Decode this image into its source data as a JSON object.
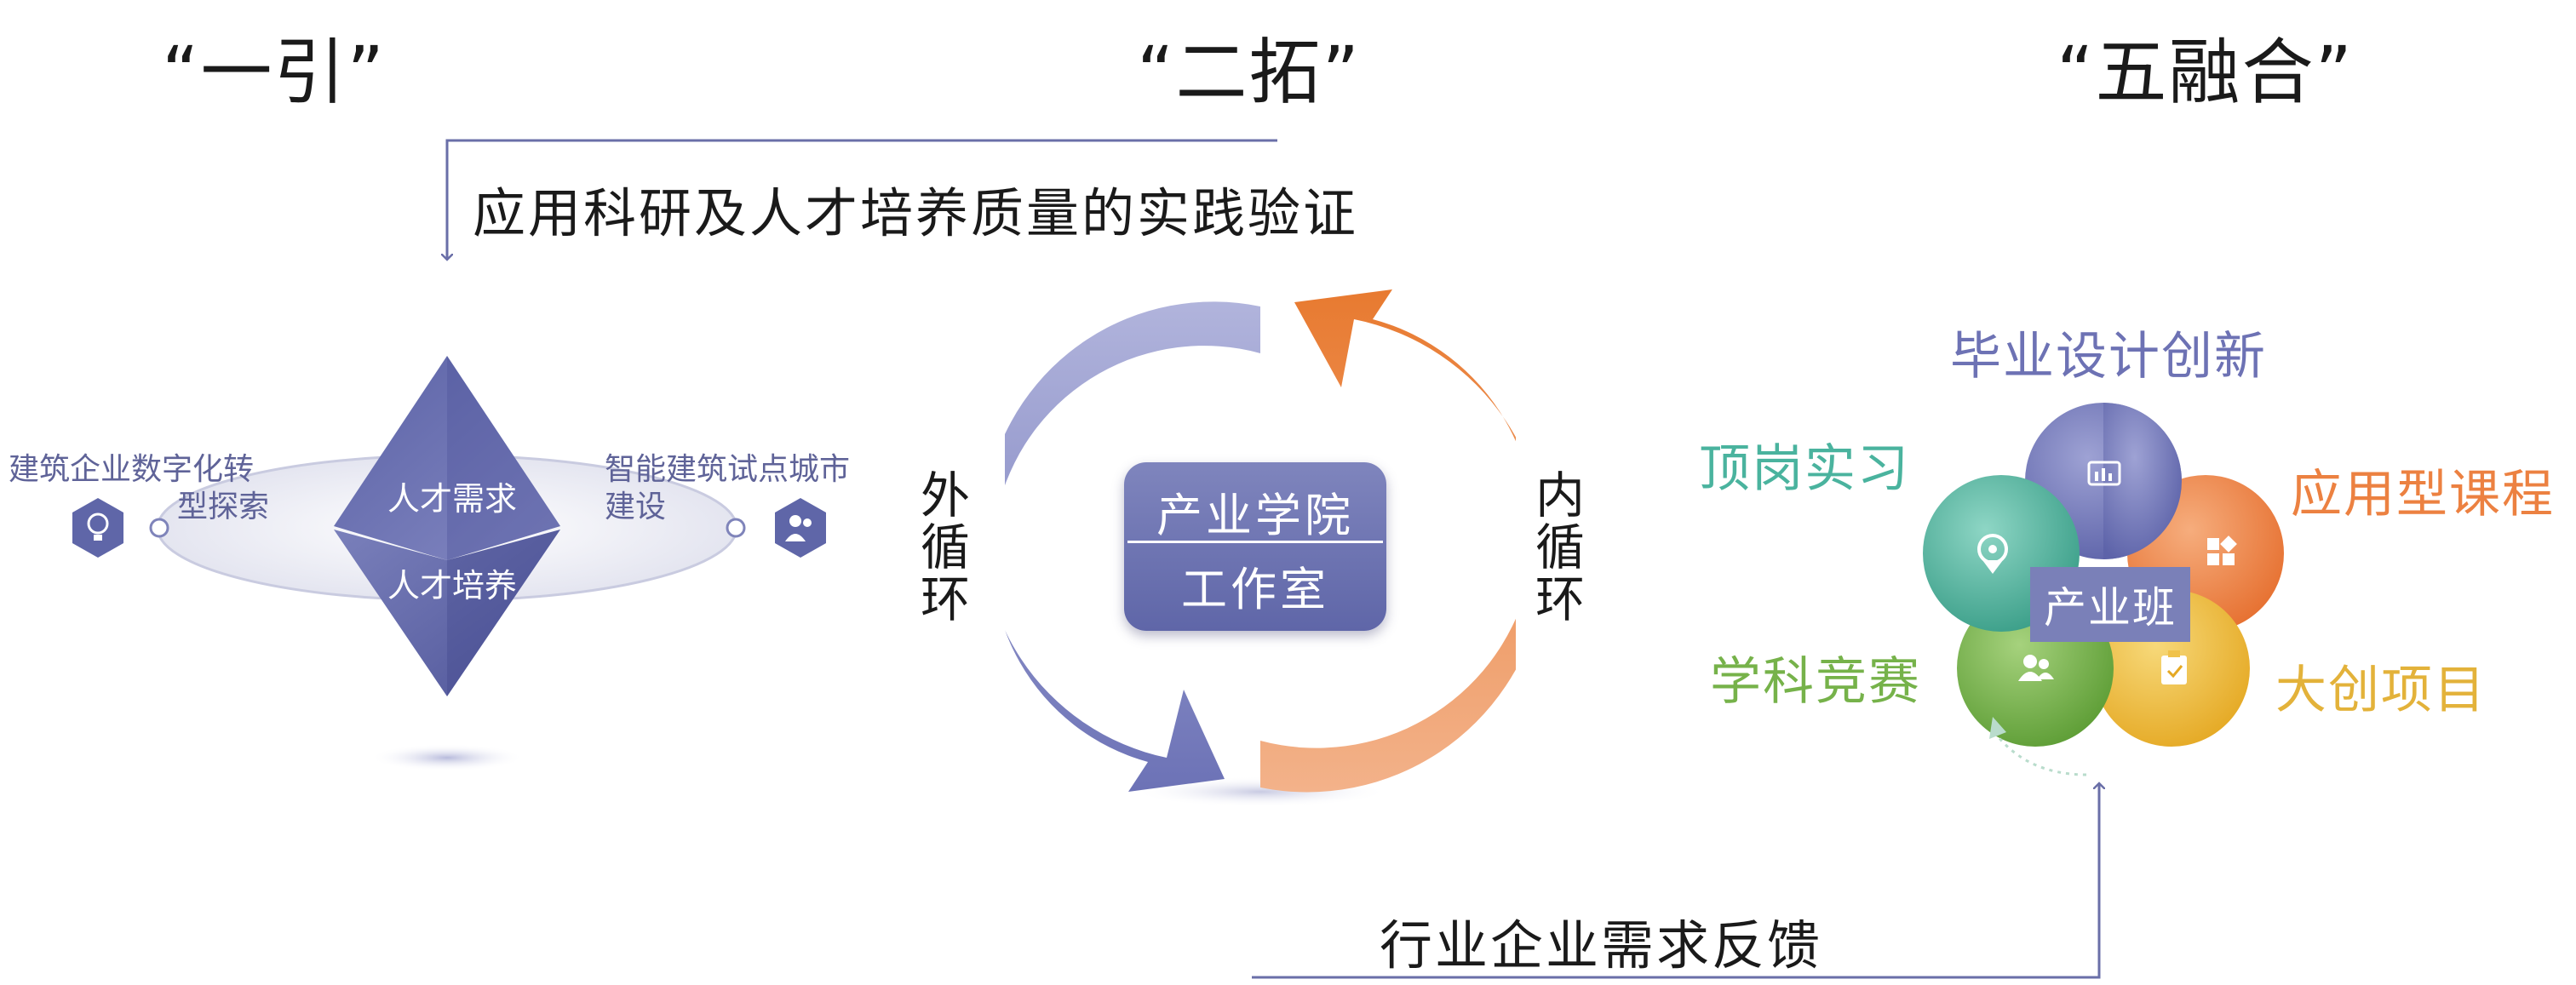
{
  "headings": {
    "left": "“一引”",
    "middle": "“二拓”",
    "right": "“五融合”"
  },
  "top_flow": {
    "label": "应用科研及人才培养质量的实践验证"
  },
  "bottom_flow": {
    "label": "行业企业需求反馈"
  },
  "left_panel": {
    "diamond_top": "人才需求",
    "diamond_bottom": "人才培养",
    "left_caption_line1": "建筑企业数字化转",
    "left_caption_line2": "型探索",
    "right_caption_line1": "智能建筑试点城市",
    "right_caption_line2": "建设",
    "left_icon": "lightbulb-icon",
    "right_icon": "users-icon"
  },
  "middle_panel": {
    "outer_label": "外循环",
    "inner_label": "内循环",
    "box_line1": "产业学院",
    "box_line2": "工作室",
    "colors": {
      "outer_arrow": "#8c90c8",
      "inner_arrow": "#ee8a45",
      "box": "#6a70b0"
    }
  },
  "right_panel": {
    "center": "产业班",
    "petals": [
      {
        "label": "毕业设计创新",
        "color": "#6d72b4",
        "icon": "chart-icon"
      },
      {
        "label": "应用型课程",
        "color": "#ec8141",
        "icon": "grid-icon"
      },
      {
        "label": "大创项目",
        "color": "#e9b93a",
        "icon": "clipboard-icon"
      },
      {
        "label": "学科竞赛",
        "color": "#76b24a",
        "icon": "people-icon"
      },
      {
        "label": "顶岗实习",
        "color": "#4ab39e",
        "icon": "location-icon"
      }
    ]
  }
}
